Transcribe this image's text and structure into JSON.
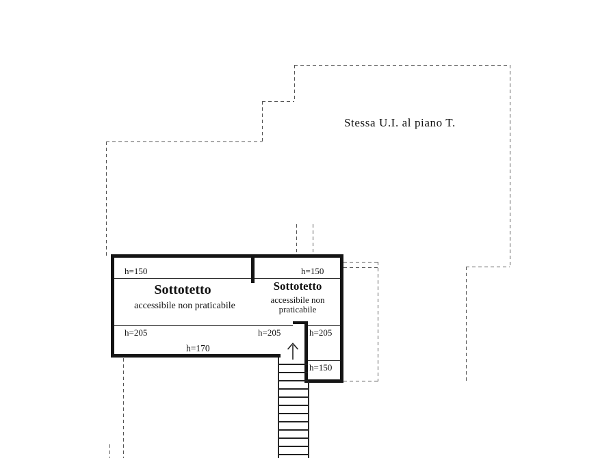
{
  "title_area": {
    "label": "Stessa U.I. al piano T."
  },
  "rooms": {
    "left": {
      "name": "Sottotetto",
      "description": "accessibile non praticabile",
      "height_top": "h=150",
      "height_middle": "h=205",
      "height_bottom": "h=170"
    },
    "right": {
      "name": "Sottotetto",
      "description_line1": "accessibile non",
      "description_line2": "praticabile",
      "height_top": "h=150",
      "height_middle_left": "h=205",
      "height_middle_right": "h=205",
      "height_lower": "h=150"
    }
  },
  "icons": {
    "stairs_arrow": "up-arrow"
  },
  "colors": {
    "wall": "#141414",
    "dashed_line": "#555555",
    "thin_line": "#2a2a2a",
    "text": "#111111",
    "background": "#ffffff"
  }
}
